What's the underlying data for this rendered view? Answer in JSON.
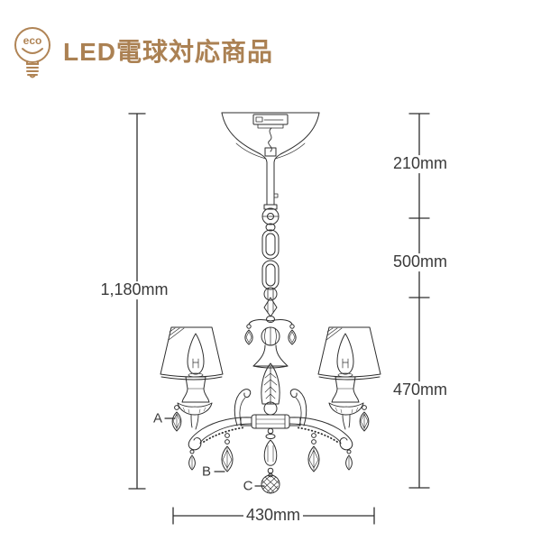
{
  "header": {
    "eco_label": "eco",
    "title": "LED電球対応商品",
    "brand_color": "#ab8153"
  },
  "diagram": {
    "line_color": "#2e2e2e",
    "text_color": "#3a3a3a",
    "dimensions": {
      "total_height": "1,180mm",
      "canopy_section": "210mm",
      "chain_section": "500mm",
      "body_section": "470mm",
      "width": "430mm"
    },
    "part_labels": {
      "a": "A",
      "b": "B",
      "c": "C"
    }
  }
}
